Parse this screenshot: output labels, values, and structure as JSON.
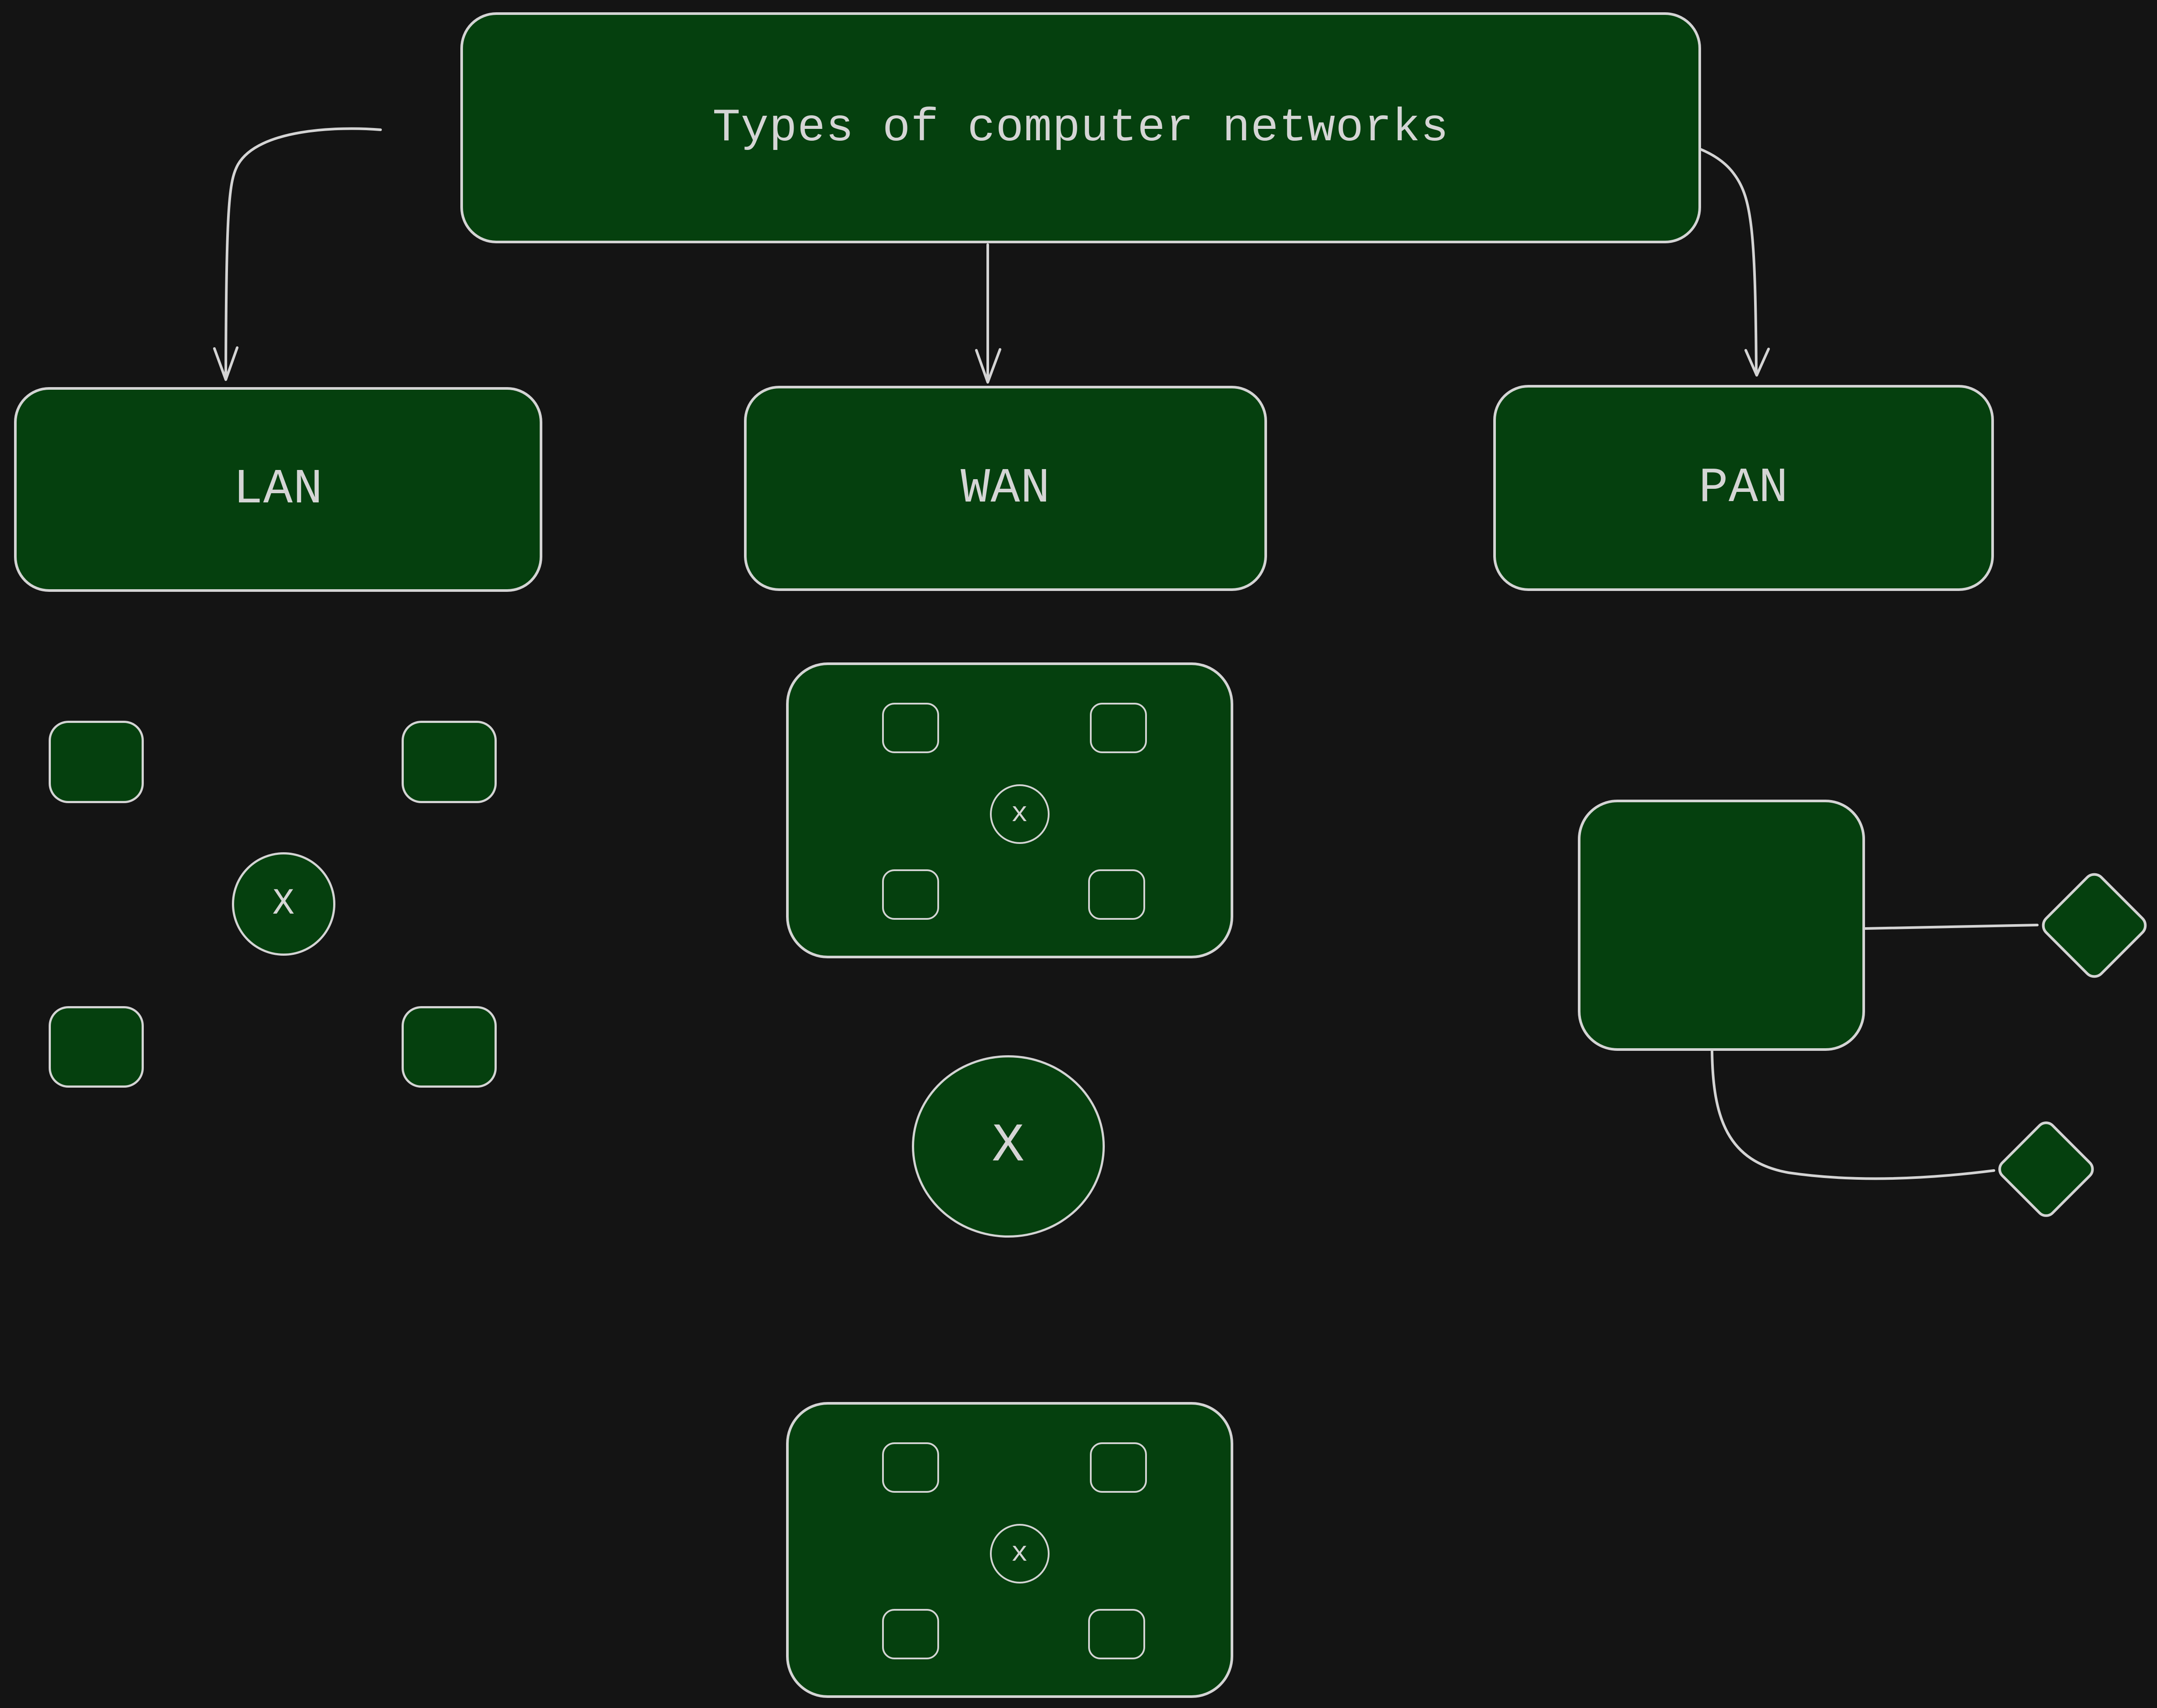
{
  "title": {
    "text": "Types of computer networks"
  },
  "branches": {
    "lan": "LAN",
    "wan": "WAN",
    "pan": "PAN"
  },
  "lan_topology": {
    "hub": "X"
  },
  "wan_topology": {
    "site_a_hub": "x",
    "core": "X",
    "site_b_hub": "x"
  },
  "colors": {
    "background": "#141414",
    "shape_fill": "#05400e",
    "stroke": "#d4d4d4",
    "text": "#d5d5d5"
  }
}
